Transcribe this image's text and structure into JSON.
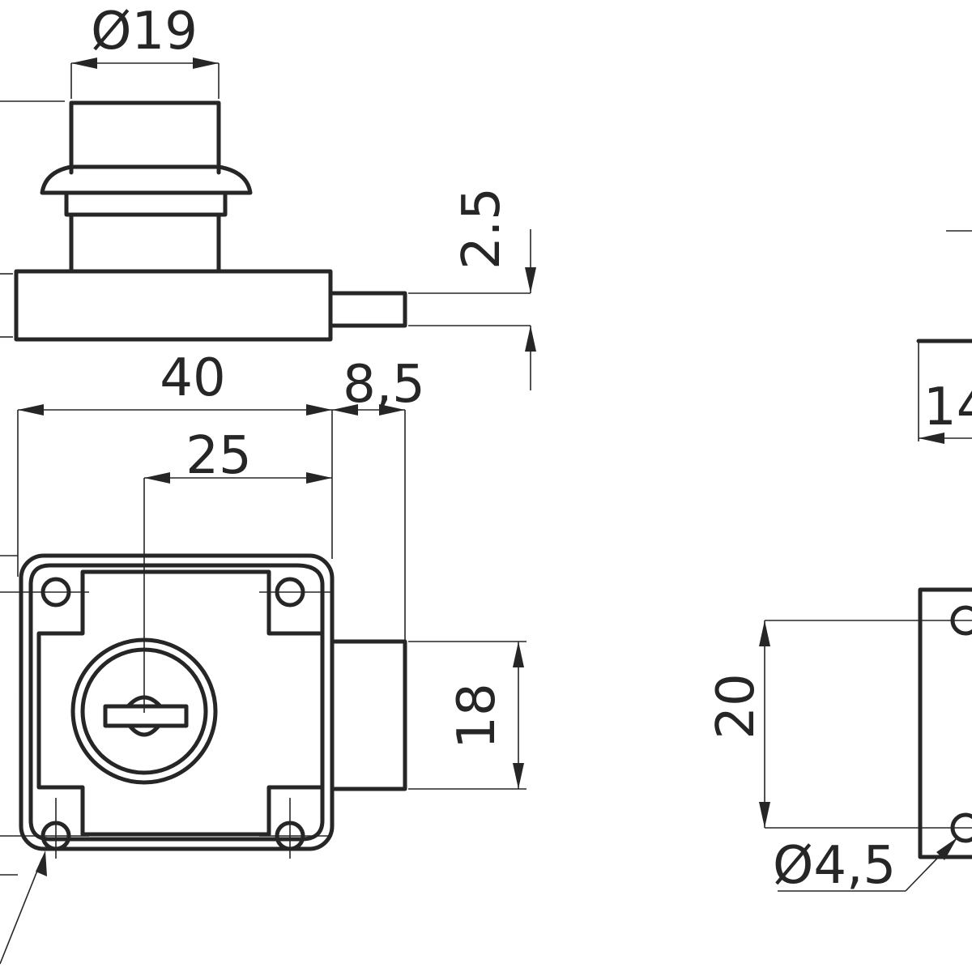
{
  "drawing": {
    "colors": {
      "line": "#262626",
      "background": "#ffffff"
    },
    "dimensions": {
      "diameter_knob": "Ø19",
      "bolt_thickness": "2.5",
      "body_width": "40",
      "bolt_projection": "8,5",
      "backset": "25",
      "bolt_height": "18",
      "strike_depth": "14",
      "strike_hole_spacing": "20",
      "hole_diameter": "Ø4,5"
    }
  }
}
